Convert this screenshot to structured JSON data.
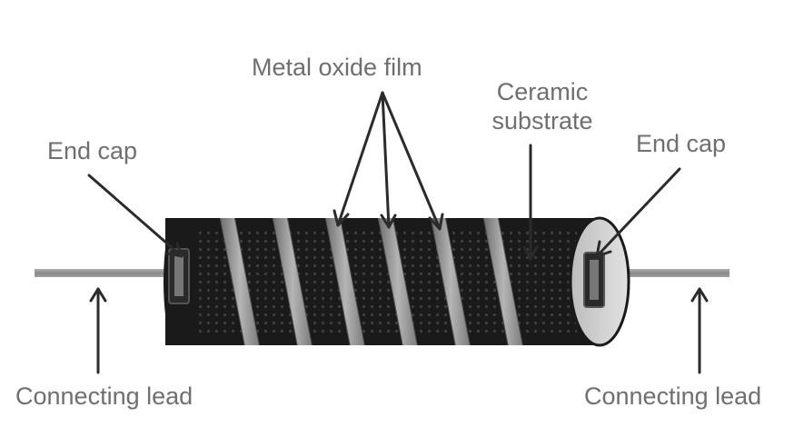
{
  "diagram": {
    "labels": {
      "metal_oxide_film": "Metal oxide film",
      "ceramic_substrate_line1": "Ceramic",
      "ceramic_substrate_line2": "substrate",
      "end_cap_left": "End cap",
      "end_cap_right": "End cap",
      "connecting_lead_left": "Connecting lead",
      "connecting_lead_right": "Connecting lead"
    },
    "colors": {
      "label_text": "#6f6f6f",
      "arrow": "#2b2b2b",
      "body": "#1a1a1a",
      "lead": "#909090",
      "film": "#8d8d8d",
      "end_face": "#d4d4d4"
    }
  }
}
